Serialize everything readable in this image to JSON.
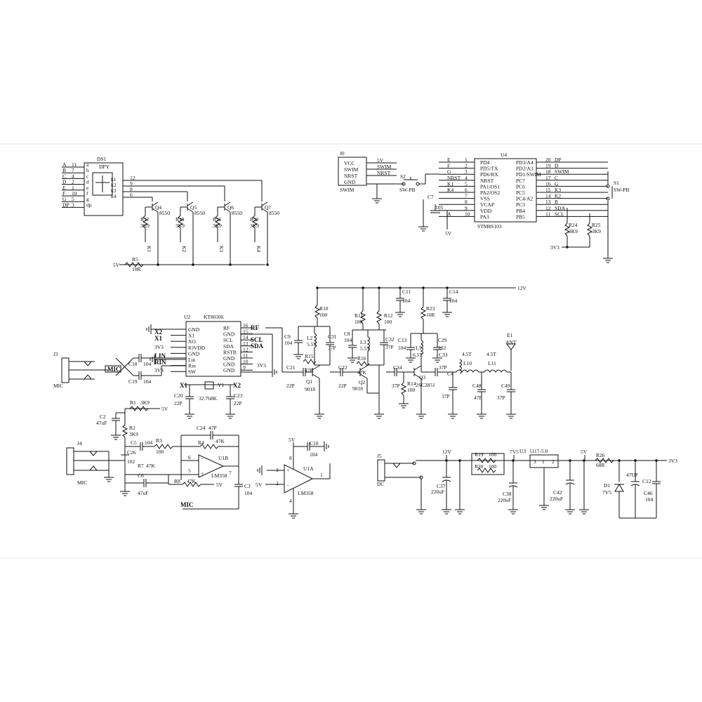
{
  "display_block": {
    "ref": "DS1",
    "part": "DPY",
    "segments": [
      {
        "name": "A",
        "pin": "11",
        "seg": "a"
      },
      {
        "name": "B",
        "pin": "7",
        "seg": "b"
      },
      {
        "name": "C",
        "pin": "4",
        "seg": "c"
      },
      {
        "name": "D",
        "pin": "2",
        "seg": "d"
      },
      {
        "name": "E",
        "pin": "1",
        "seg": "e"
      },
      {
        "name": "F",
        "pin": "10",
        "seg": "f"
      },
      {
        "name": "G",
        "pin": "5",
        "seg": "g"
      },
      {
        "name": "DP",
        "pin": "3",
        "seg": "dp"
      }
    ],
    "commons": [
      {
        "label": "k1",
        "pin": "12"
      },
      {
        "label": "k2",
        "pin": "9"
      },
      {
        "label": "k3",
        "pin": "8"
      },
      {
        "label": "k4",
        "pin": "6"
      }
    ],
    "transistors": [
      {
        "ref": "Q4",
        "part": "8550",
        "r_ref": "R17",
        "r_val": "3K9",
        "net": "K1"
      },
      {
        "ref": "Q5",
        "part": "8550",
        "r_ref": "R18",
        "r_val": "3K9",
        "net": "K2"
      },
      {
        "ref": "Q6",
        "part": "8550",
        "r_ref": "R21",
        "r_val": "3K9",
        "net": "K3"
      },
      {
        "ref": "Q7",
        "part": "8550",
        "r_ref": "R22",
        "r_val": "3K9",
        "net": "K4"
      }
    ],
    "supply": {
      "label": "5V",
      "r_ref": "R5",
      "r_val": "10R"
    }
  },
  "mcu_block": {
    "ref": "U4",
    "part": "STM8S103",
    "left_pins": [
      {
        "net": "E",
        "func": "PD4",
        "pin": "1"
      },
      {
        "net": "F",
        "func": "PD5/TX",
        "pin": "2"
      },
      {
        "net": "G",
        "func": "PD6/RX",
        "pin": "3"
      },
      {
        "net": "NRST",
        "func": "NRST",
        "pin": "4"
      },
      {
        "net": "K1",
        "func": "PA1/OS1",
        "pin": "5"
      },
      {
        "net": "K4",
        "func": "PA2/OS2",
        "pin": "6"
      },
      {
        "net": "",
        "func": "VSS",
        "pin": "7"
      },
      {
        "net": "",
        "func": "VCAP",
        "pin": "8"
      },
      {
        "net": "",
        "func": "VDD",
        "pin": "9"
      },
      {
        "net": "A",
        "func": "PA3",
        "pin": "10"
      }
    ],
    "right_pins": [
      {
        "func": "PD3/A4",
        "pin": "20",
        "net": "DP"
      },
      {
        "func": "PD2/A3",
        "pin": "19",
        "net": "D"
      },
      {
        "func": "PD1/SWIM",
        "pin": "18",
        "net": "SWIM"
      },
      {
        "func": "PC7",
        "pin": "17",
        "net": "C"
      },
      {
        "func": "PC6",
        "pin": "16",
        "net": "G"
      },
      {
        "func": "PC5",
        "pin": "15",
        "net": "K3"
      },
      {
        "func": "PC4/A2",
        "pin": "14",
        "net": "K2"
      },
      {
        "func": "PC3",
        "pin": "13",
        "net": "B"
      },
      {
        "func": "PB4",
        "pin": "12",
        "net": "SDA"
      },
      {
        "func": "PB5",
        "pin": "11",
        "net": "SCL"
      }
    ],
    "header": {
      "ref": "J0",
      "name": "SWIM",
      "pins": [
        "VCC",
        "SWIM",
        "NRST",
        "GND"
      ],
      "nets": [
        "5V",
        "SWIM",
        "NRST"
      ]
    },
    "switch_s2": {
      "ref": "S2",
      "part": "SW-PB"
    },
    "switch_s1": {
      "ref": "S1",
      "part": "SW-PB"
    },
    "cap": {
      "ref": "C7",
      "value": "105"
    },
    "vdd": "5V",
    "pullups": [
      {
        "ref": "R24",
        "value": "3K9"
      },
      {
        "ref": "R25",
        "value": "3K9"
      }
    ],
    "pullup_supply": "3V3"
  },
  "fm_block": {
    "ref": "U2",
    "part": "KT8030L",
    "left_pins": [
      "GND",
      "X1",
      "XO",
      "IOVDD",
      "GND",
      "Lin",
      "Rin",
      "SW"
    ],
    "right_pins": [
      {
        "func": "RF",
        "pin": "16",
        "net": "RF"
      },
      {
        "func": "GND",
        "pin": "15",
        "net": ""
      },
      {
        "func": "SCL",
        "pin": "14",
        "net": "SCL"
      },
      {
        "func": "SDA",
        "pin": "13",
        "net": "SDA"
      },
      {
        "func": "RSTB",
        "pin": "12",
        "net": ""
      },
      {
        "func": "GND",
        "pin": "11",
        "net": ""
      },
      {
        "func": "GND",
        "pin": "10",
        "net": ""
      },
      {
        "func": "GND",
        "pin": "9",
        "net": ""
      }
    ],
    "left_nets": [
      "X2",
      "X1",
      "3V3",
      "LIN",
      "RIN",
      "3V3"
    ],
    "crystal": {
      "ref": "Y1",
      "value": "32.768K",
      "net_left": "X1",
      "net_right": "X2"
    },
    "caps": [
      {
        "ref": "C20",
        "value": "22P"
      },
      {
        "ref": "C23",
        "value": "22P"
      },
      {
        "ref": "C18",
        "value": "104"
      },
      {
        "ref": "C19",
        "value": "104"
      }
    ],
    "jack": {
      "ref": "J3",
      "label": "MIC",
      "tag": "MIC"
    }
  },
  "rf_block": {
    "supply": "12V",
    "parts": [
      {
        "ref": "R10",
        "value": "100"
      },
      {
        "ref": "C9",
        "value": "104"
      },
      {
        "ref": "L2",
        "value": "5.5T"
      },
      {
        "ref": "C31",
        "value": "37P"
      },
      {
        "ref": "R15",
        "value": "47K"
      },
      {
        "ref": "C21",
        "value": "22P"
      },
      {
        "ref": "Q1",
        "value": "9018"
      },
      {
        "ref": "R11",
        "value": "100"
      },
      {
        "ref": "R12",
        "value": "100"
      },
      {
        "ref": "C8",
        "value": "104"
      },
      {
        "ref": "L3",
        "value": "5.5T"
      },
      {
        "ref": "C32",
        "value": "37P"
      },
      {
        "ref": "R16",
        "value": "47K"
      },
      {
        "ref": "C22",
        "value": "22P"
      },
      {
        "ref": "Q2",
        "value": "9018"
      },
      {
        "ref": "C11",
        "value": "104"
      },
      {
        "ref": "C14",
        "value": "104"
      },
      {
        "ref": "R23",
        "value": "10R"
      },
      {
        "ref": "C13",
        "value": "104"
      },
      {
        "ref": "L5",
        "value": "6.5T"
      },
      {
        "ref": "C29",
        "value": "102"
      },
      {
        "ref": "C34",
        "value": "37P"
      },
      {
        "ref": "R14",
        "value": "100"
      },
      {
        "ref": "Q3",
        "value": "2SC2851"
      },
      {
        "ref": "C33",
        "value": "37P"
      },
      {
        "ref": "C4",
        "value": "37P"
      },
      {
        "ref": "L10",
        "value": "4.5T"
      },
      {
        "ref": "L11",
        "value": "4.5T"
      },
      {
        "ref": "C48",
        "value": "47P"
      },
      {
        "ref": "C49",
        "value": "37P"
      }
    ],
    "antenna": {
      "ref": "E1",
      "label": "ANT"
    }
  },
  "mic_amp_block": {
    "parts": [
      {
        "ref": "R1",
        "value": "3K9"
      },
      {
        "ref": "C2",
        "value": "47uF"
      },
      {
        "ref": "R2",
        "value": "3K9"
      },
      {
        "ref": "C5",
        "value": "104"
      },
      {
        "ref": "R3",
        "value": "100"
      },
      {
        "ref": "C24",
        "value": "47P"
      },
      {
        "ref": "R4",
        "value": "47K"
      },
      {
        "ref": "C26",
        "value": "102"
      },
      {
        "ref": "R7",
        "value": "47K"
      },
      {
        "ref": "C6",
        "value": "47uF"
      },
      {
        "ref": "R8",
        "value": "47K"
      },
      {
        "ref": "C3",
        "value": "104"
      }
    ],
    "opamp_b": {
      "ref": "U1B",
      "part": "LM358",
      "pins": [
        "6",
        "5",
        "7"
      ]
    },
    "opamp_a": {
      "ref": "U1A",
      "part": "LM358",
      "pins": [
        "3",
        "2",
        "1",
        "8",
        "4"
      ]
    },
    "c10": {
      "ref": "C10",
      "value": "104"
    },
    "jack": {
      "ref": "J4",
      "label": "MIC"
    },
    "supply": "5V",
    "output_tag": "MIC"
  },
  "power_block": {
    "jack": {
      "ref": "J5",
      "label": "DC"
    },
    "rails": [
      "12V",
      "7V5",
      "5V",
      "3V3"
    ],
    "parts": [
      {
        "ref": "R19",
        "value": "100"
      },
      {
        "ref": "R20",
        "value": "100"
      },
      {
        "ref": "C37",
        "value": "220uF"
      },
      {
        "ref": "C38",
        "value": "220uF"
      },
      {
        "ref": "C42",
        "value": "220uF"
      },
      {
        "ref": "R26",
        "value": "68R"
      },
      {
        "ref": "D1",
        "value": "7V5"
      },
      {
        "ref": "C12",
        "value": "47UF"
      },
      {
        "ref": "C46",
        "value": "104"
      }
    ],
    "regulator": {
      "ref": "U3",
      "part": "1117-5.0",
      "pins": [
        "3",
        "1",
        "2"
      ]
    }
  }
}
